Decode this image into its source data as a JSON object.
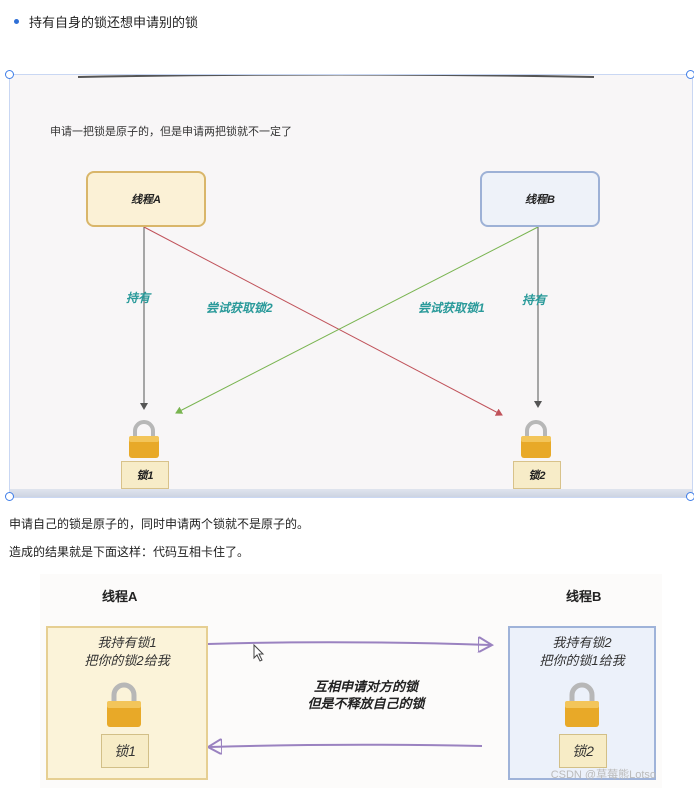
{
  "bullet": {
    "text": "持有自身的锁还想申请别的锁"
  },
  "diagram1": {
    "caption": "申请一把锁是原子的，但是申请两把锁就不一定了",
    "thread_a": "线程A",
    "thread_b": "线程B",
    "hold_left": "持有",
    "hold_right": "持有",
    "try_lock2": "尝试获取锁2",
    "try_lock1": "尝试获取锁1",
    "lock1": "锁1",
    "lock2": "锁2"
  },
  "paragraph1": "申请自己的锁是原子的，同时申请两个锁就不是原子的。",
  "paragraph2": "造成的结果就是下面这样：代码互相卡住了。",
  "diagram2": {
    "thread_a_title": "线程A",
    "thread_b_title": "线程B",
    "panel_a_line1": "我持有锁1",
    "panel_a_line2": "把你的锁2给我",
    "panel_b_line1": "我持有锁2",
    "panel_b_line2": "把你的锁1给我",
    "lock1": "锁1",
    "lock2": "锁2",
    "middle_line1": "互相申请对方的锁",
    "middle_line2": "但是不释放自己的锁",
    "watermark": "CSDN @草莓熊Lotso"
  },
  "colors": {
    "accent": "#2f6fd6",
    "teal_label": "#2a9a9a",
    "red_arrow": "#c0525a",
    "green_arrow": "#79b450",
    "purple_arrow": "#9a82c0"
  }
}
